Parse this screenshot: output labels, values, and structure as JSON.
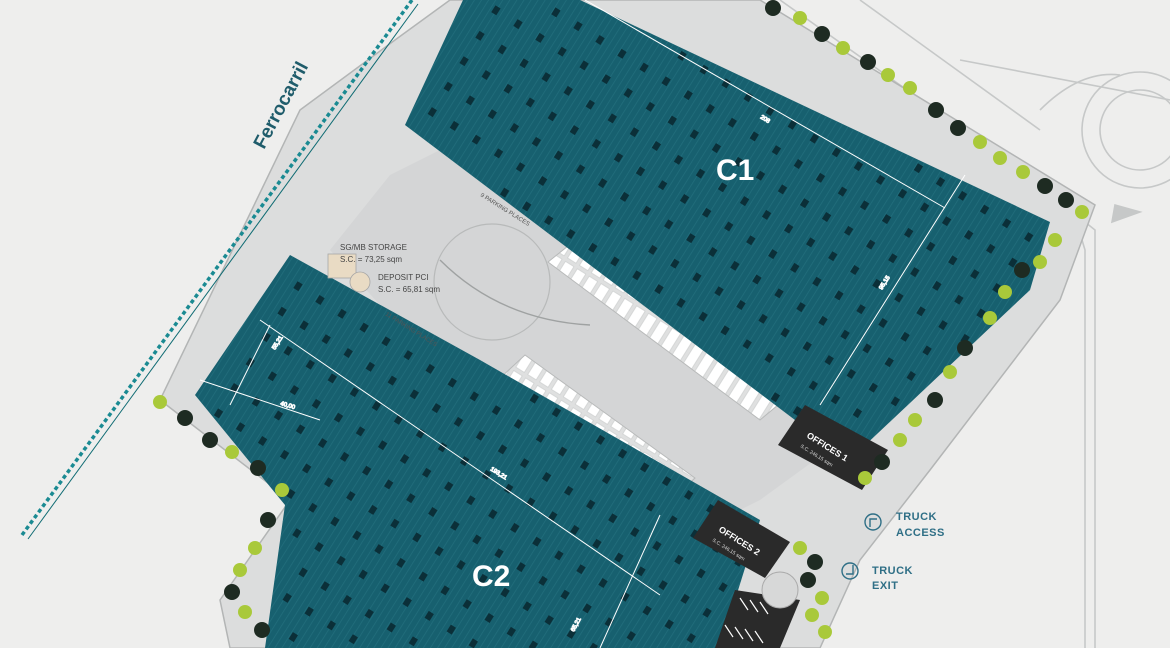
{
  "railway": {
    "label": "Ferrocarril"
  },
  "buildings": [
    {
      "id": "C1",
      "label": "C1"
    },
    {
      "id": "C2",
      "label": "C2"
    }
  ],
  "offices": [
    {
      "label": "OFFICES 1",
      "sub": "S.C. 246,15 sqm"
    },
    {
      "label": "OFFICES 2",
      "sub": "S.C. 246,15 sqm"
    }
  ],
  "annotations": {
    "storage_line1": "SG/MB STORAGE",
    "storage_line2": "S.C. = 73,25 sqm",
    "deposit_line1": "DEPOSIT PCI",
    "deposit_line2": "S.C. = 65,81 sqm",
    "parking_c1": "9 PARKING PLACES",
    "parking_c2": "11 PARKING PLACES"
  },
  "legend": {
    "truck_access_line1": "TRUCK",
    "truck_access_line2": "ACCESS",
    "truck_exit_line1": "TRUCK",
    "truck_exit_line2": "EXIT"
  },
  "colors": {
    "building": "#17606f",
    "hatch": "#2d7b89",
    "pad": "#0b2f38",
    "ground": "#eeeeed",
    "site": "#dcdddd",
    "tree_light": "#a9c93a",
    "tree_dark": "#1e2b22",
    "rail": "#1a8a92",
    "office": "#2a2a2a"
  }
}
